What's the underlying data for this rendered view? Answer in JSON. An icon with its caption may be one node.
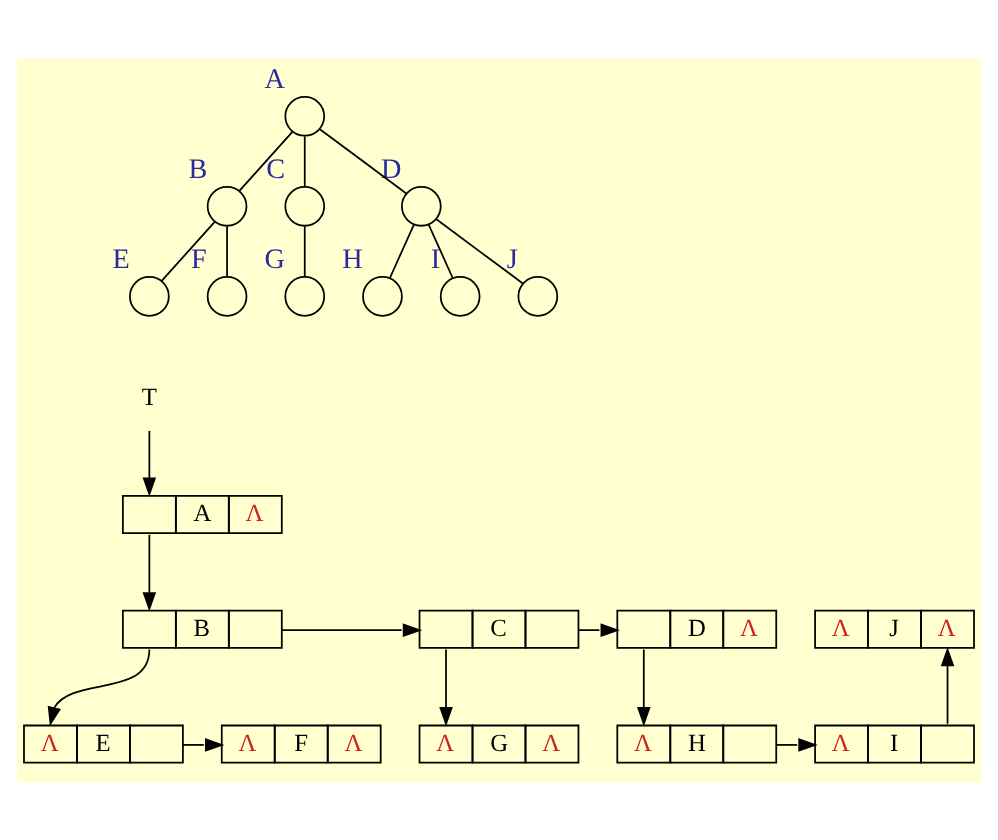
{
  "diagram": {
    "nodes": [
      {
        "text": [],
        "shape": "circle",
        "beside": [
          "A"
        ]
      },
      {
        "text": [],
        "shape": "circle",
        "beside": [
          "B"
        ]
      },
      {
        "text": [],
        "shape": "circle",
        "beside": [
          "C"
        ]
      },
      {
        "text": [],
        "shape": "circle",
        "beside": [
          "D"
        ]
      },
      {
        "text": [],
        "shape": "circle",
        "beside": [
          "E"
        ]
      },
      {
        "text": [],
        "shape": "circle",
        "beside": [
          "F"
        ]
      },
      {
        "text": [],
        "shape": "circle",
        "beside": [
          "G"
        ]
      },
      {
        "text": [],
        "shape": "circle",
        "beside": [
          "H"
        ]
      },
      {
        "text": [],
        "shape": "circle",
        "beside": [
          "I"
        ]
      },
      {
        "text": [],
        "shape": "circle",
        "beside": [
          "J"
        ]
      },
      {
        "text": [
          "T"
        ]
      },
      {
        "text": [
          "A",
          "Λ"
        ]
      },
      {
        "text": [
          "B"
        ]
      },
      {
        "text": [
          "C"
        ]
      },
      {
        "text": [
          "D",
          "Λ"
        ]
      },
      {
        "text": [
          "Λ",
          "E"
        ]
      },
      {
        "text": [
          "Λ",
          "F",
          "Λ"
        ]
      },
      {
        "text": [
          "Λ",
          "G",
          "Λ"
        ]
      },
      {
        "text": [
          "Λ",
          "H"
        ]
      },
      {
        "text": [
          "Λ",
          "I"
        ]
      },
      {
        "text": [
          "Λ",
          "J",
          "Λ"
        ]
      }
    ],
    "edges": [
      {
        "from": 0,
        "to": 1,
        "arrow": "none"
      },
      {
        "from": 0,
        "to": 2,
        "arrow": "none"
      },
      {
        "from": 0,
        "to": 3,
        "arrow": "none"
      },
      {
        "from": 1,
        "to": 4,
        "arrow": "none"
      },
      {
        "from": 1,
        "to": 5,
        "arrow": "none"
      },
      {
        "from": 2,
        "to": 6,
        "arrow": "none"
      },
      {
        "from": 3,
        "to": 7,
        "arrow": "none"
      },
      {
        "from": 3,
        "to": 8,
        "arrow": "none"
      },
      {
        "from": 3,
        "to": 9,
        "arrow": "none"
      },
      {
        "from": 10,
        "to": 11,
        "arrow": "to"
      },
      {
        "from": 11,
        "to": 12,
        "arrow": "to"
      },
      {
        "from": 12,
        "to": 13,
        "arrow": "to"
      },
      {
        "from": 13,
        "to": 14,
        "arrow": "to"
      },
      {
        "from": 12,
        "to": 15,
        "arrow": "to"
      },
      {
        "from": 15,
        "to": 16,
        "arrow": "to"
      },
      {
        "from": 13,
        "to": 17,
        "arrow": "to"
      },
      {
        "from": 14,
        "to": 18,
        "arrow": "to"
      },
      {
        "from": 18,
        "to": 19,
        "arrow": "to"
      },
      {
        "from": 19,
        "to": 20,
        "arrow": "to"
      }
    ]
  }
}
